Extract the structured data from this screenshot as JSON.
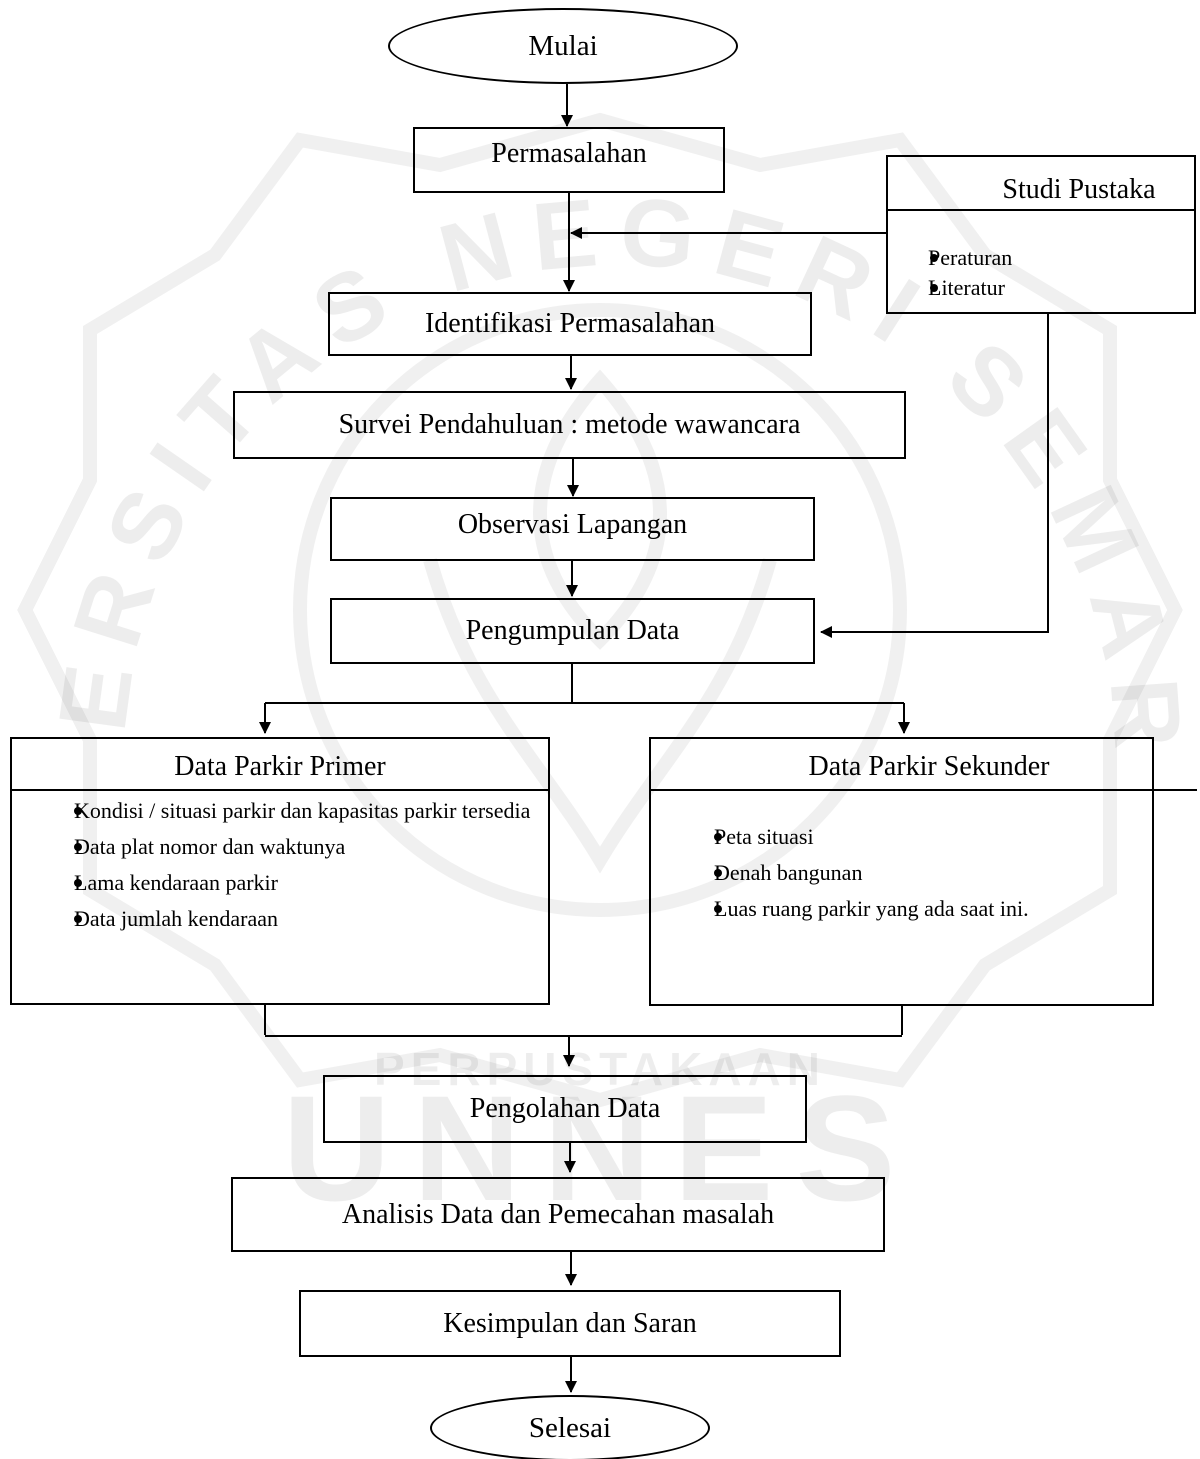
{
  "watermark": {
    "ring_text": "UNIVERSITAS NEGERI SEMARANG",
    "library_text": "PERPUSTAKAAN",
    "short_name": "UNNES"
  },
  "flowchart": {
    "start": "Mulai",
    "problem": "Permasalahan",
    "identification": "Identifikasi Permasalahan",
    "preliminary_survey": "Survei Pendahuluan : metode wawancara",
    "field_observation": "Observasi Lapangan",
    "data_collection": "Pengumpulan Data",
    "literature": {
      "title": "Studi Pustaka",
      "items": [
        "Peraturan",
        "Literatur"
      ]
    },
    "primary_data": {
      "title": "Data Parkir Primer",
      "items": [
        "Kondisi / situasi parkir dan kapasitas parkir tersedia",
        "Data plat nomor dan waktunya",
        "Lama kendaraan parkir",
        "Data jumlah kendaraan"
      ]
    },
    "secondary_data": {
      "title": "Data Parkir Sekunder",
      "items": [
        "Peta situasi",
        "Denah bangunan",
        "Luas ruang parkir yang ada saat ini."
      ]
    },
    "data_processing": "Pengolahan Data",
    "analysis": "Analisis Data dan Pemecahan masalah",
    "conclusion": "Kesimpulan dan Saran",
    "end": "Selesai"
  }
}
